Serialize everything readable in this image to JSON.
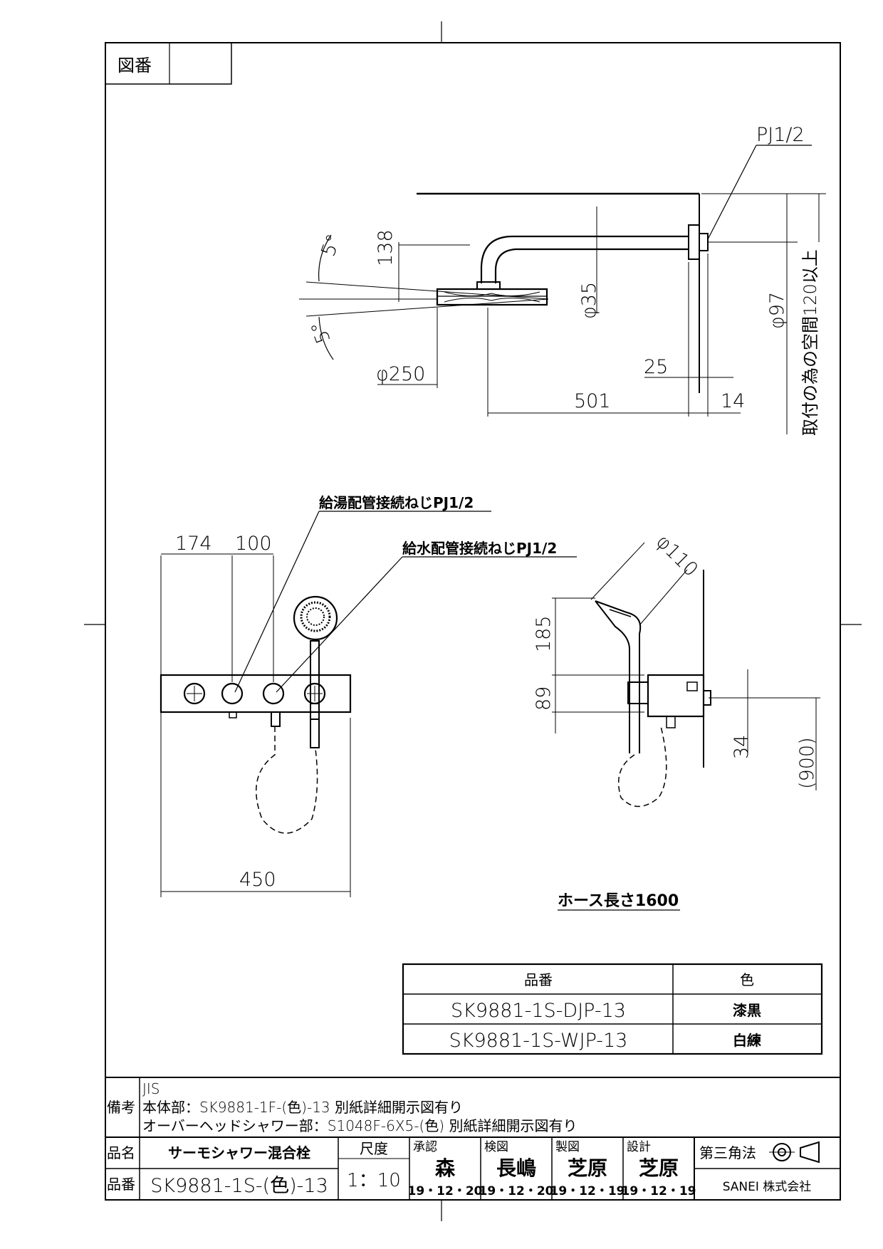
{
  "drawing_no_label": "図番",
  "drawing_no_value": "",
  "dims": {
    "pj_top": "PJ1/2",
    "d138": "138",
    "d5a": "5°",
    "d5b": "5°",
    "d35": "φ35",
    "d97": "φ97",
    "space120": "取付の為の空間120以上",
    "d250": "φ250",
    "d25": "25",
    "d501": "501",
    "d14": "14",
    "hot_conn": "給湯配管接続ねじPJ1/2",
    "cold_conn": "給水配管接続ねじPJ1/2",
    "d174": "174",
    "d100": "100",
    "d450": "450",
    "d110": "φ110",
    "d185": "185",
    "d89": "89",
    "d34": "34",
    "d900": "(900)",
    "hose": "ホース長さ1600"
  },
  "parts_table": {
    "header_part": "品番",
    "header_color": "色",
    "rows": [
      {
        "part": "SK9881-1S-DJP-13",
        "color": "漆黒"
      },
      {
        "part": "SK9881-1S-WJP-13",
        "color": "白練"
      }
    ]
  },
  "notes": {
    "label": "備考",
    "line1": "JIS",
    "line2": "本体部：SK9881-1F-(色)-13  別紙詳細開示図有り",
    "line3": "オーバーヘッドシャワー部：S1048F-6X5-(色)  別紙詳細開示図有り"
  },
  "title_block": {
    "name_label": "品名",
    "name_value": "サーモシャワー混合栓",
    "no_label": "品番",
    "no_value": "SK9881-1S-(色)-13",
    "scale_label": "尺度",
    "scale_value": "1：10",
    "approve_label": "承認",
    "approve_name": "森",
    "approve_date": "19・12・20",
    "check_label": "検図",
    "check_name": "長嶋",
    "check_date": "19・12・20",
    "draw_label": "製図",
    "draw_name": "芝原",
    "draw_date": "19・12・19",
    "design_label": "設計",
    "design_name": "芝原",
    "design_date": "19・12・19",
    "projection": "第三角法",
    "company": "SANEI 株式会社"
  }
}
